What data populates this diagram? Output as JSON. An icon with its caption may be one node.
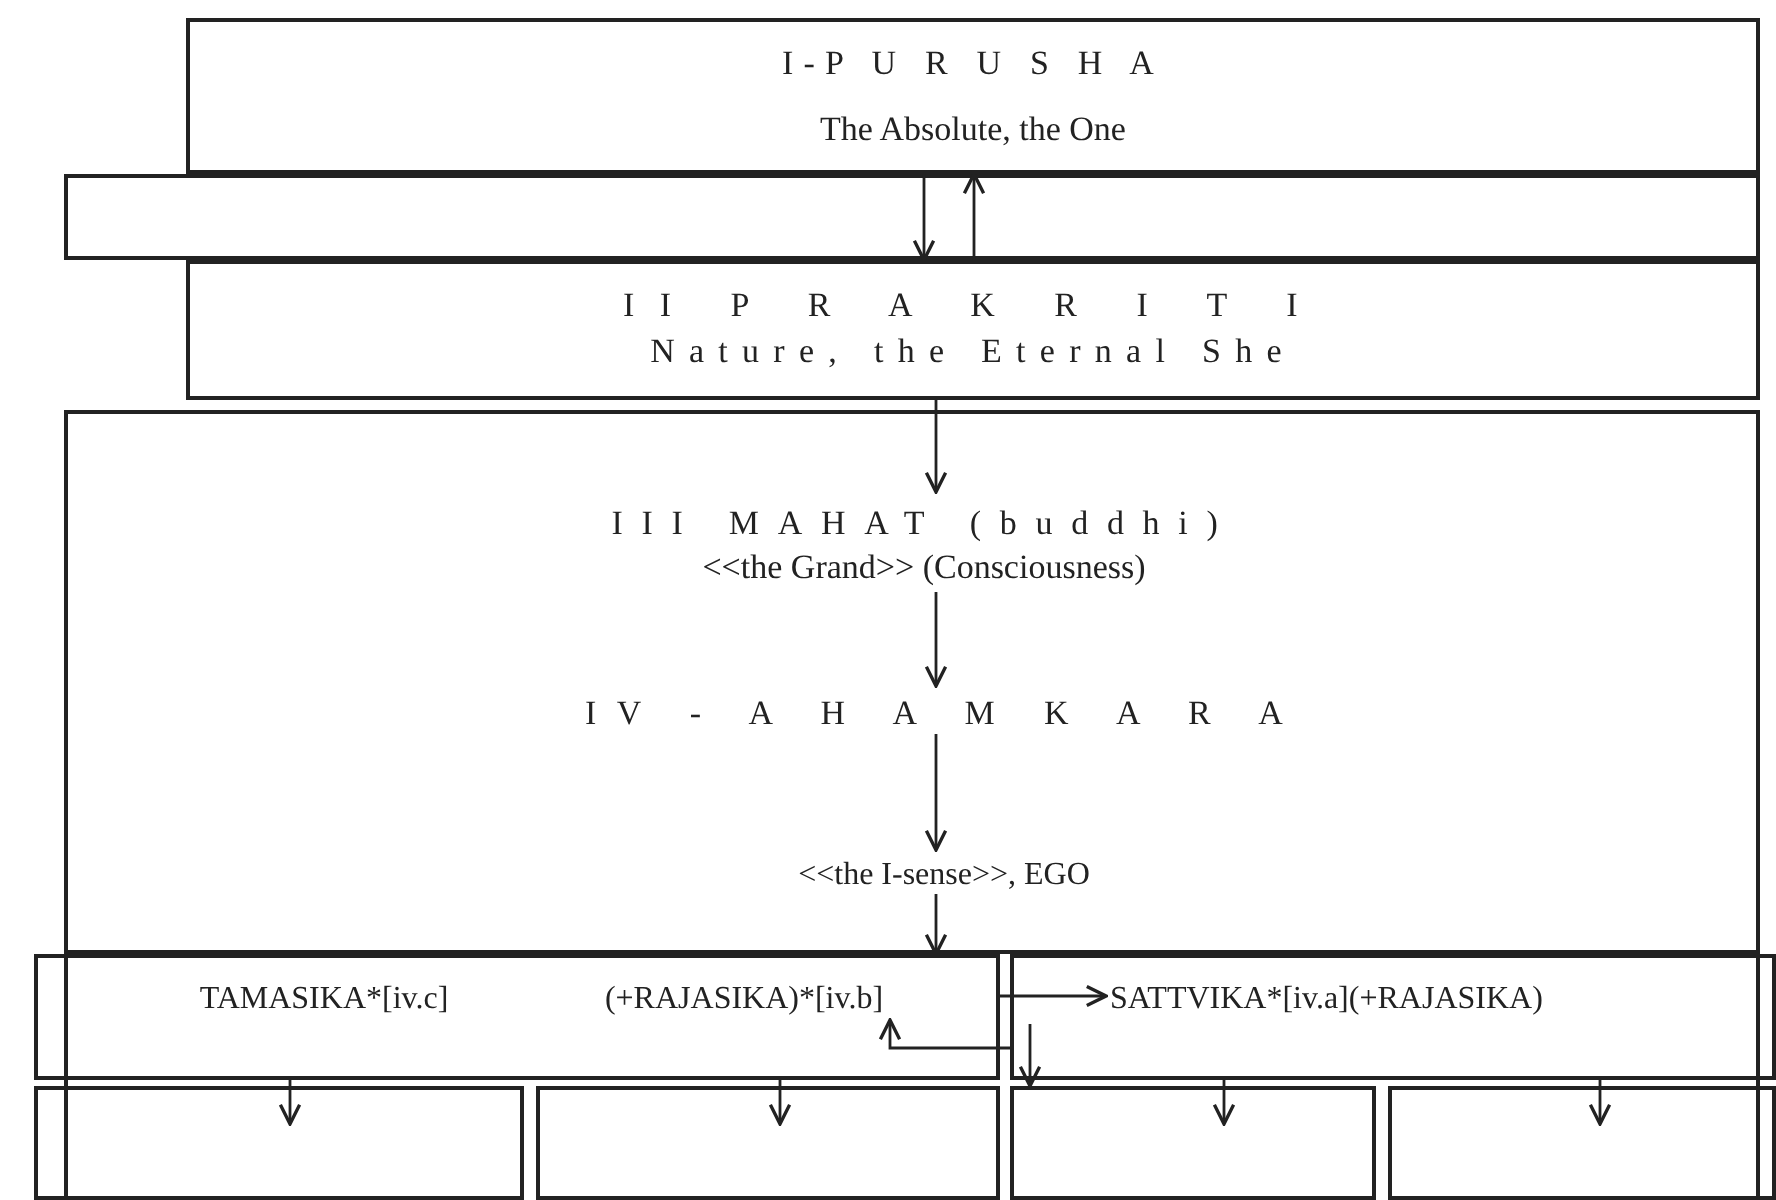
{
  "diagram": {
    "nodes": [
      {
        "text": [
          "I-P U R U S H A",
          "The Absolute, the One"
        ]
      },
      {
        "text": [
          "II P R A K R I T I",
          "Nature, the Eternal She"
        ]
      },
      {
        "text": [],
        "shape": "box"
      },
      {
        "text": [
          "III MAHAT (buddhi)",
          "<<the Grand>> (Consciousness)"
        ],
        "in": 2
      },
      {
        "text": [
          "IV - A H A M K A R A"
        ],
        "in": 2
      },
      {
        "text": [
          "<<the I-sense>>, EGO"
        ],
        "in": 2
      },
      {
        "text": [],
        "shape": "box"
      },
      {
        "text": [
          "TAMASIKA*[iv.c]"
        ],
        "in": 6
      },
      {
        "text": [
          "(+RAJASIKA)*[iv.b]"
        ],
        "in": 6
      },
      {
        "text": [],
        "shape": "box"
      },
      {
        "text": [
          "SATTVIKA*[iv.a](+RAJASIKA)"
        ],
        "in": 9
      },
      {
        "text": [],
        "shape": "box"
      },
      {
        "text": [],
        "shape": "box"
      },
      {
        "text": [],
        "shape": "box"
      },
      {
        "text": [],
        "shape": "box"
      }
    ],
    "edges": [
      {
        "from": 0,
        "to": 1,
        "arrow": "to"
      },
      {
        "from": 1,
        "to": 0,
        "arrow": "to"
      },
      {
        "from": 1,
        "to": 3,
        "arrow": "to"
      },
      {
        "from": 3,
        "to": 4,
        "arrow": "to"
      },
      {
        "from": 4,
        "to": 5,
        "arrow": "to"
      },
      {
        "from": 5,
        "to": 6,
        "arrow": "to"
      },
      {
        "from": 6,
        "to": 10,
        "arrow": "to"
      },
      {
        "from": 9,
        "to": 8,
        "arrow": "to"
      },
      {
        "from": 9,
        "to": 13,
        "arrow": "to"
      },
      {
        "from": 6,
        "to": 11,
        "arrow": "to"
      },
      {
        "from": 6,
        "to": 12,
        "arrow": "to"
      },
      {
        "from": 9,
        "to": 13,
        "arrow": "to"
      },
      {
        "from": 9,
        "to": 14,
        "arrow": "to"
      }
    ]
  }
}
